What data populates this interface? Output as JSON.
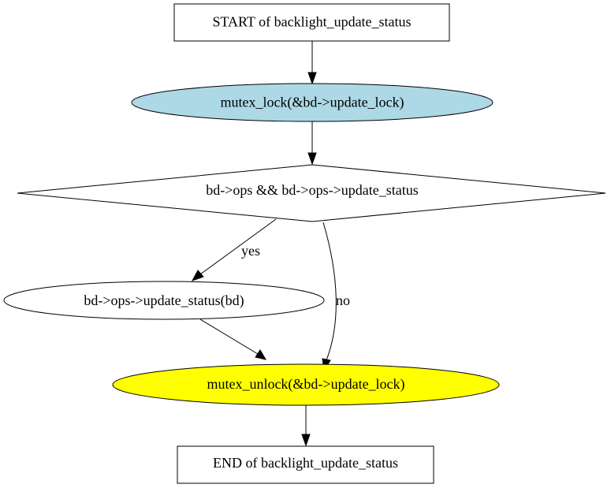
{
  "nodes": {
    "start": {
      "label": "START of backlight_update_status",
      "shape": "box"
    },
    "lock": {
      "label": "mutex_lock(&bd->update_lock)",
      "shape": "ellipse",
      "fill": "#add8e6"
    },
    "check": {
      "label": "bd->ops && bd->ops->update_status",
      "shape": "diamond"
    },
    "call": {
      "label": "bd->ops->update_status(bd)",
      "shape": "ellipse"
    },
    "unlock": {
      "label": "mutex_unlock(&bd->update_lock)",
      "shape": "ellipse",
      "fill": "#ffff00"
    },
    "end": {
      "label": "END of backlight_update_status",
      "shape": "box"
    }
  },
  "edges": {
    "yes": {
      "label": "yes"
    },
    "no": {
      "label": "no"
    }
  },
  "colors": {
    "lock_fill": "#add8e6",
    "unlock_fill": "#ffff00",
    "stroke": "#000000"
  }
}
